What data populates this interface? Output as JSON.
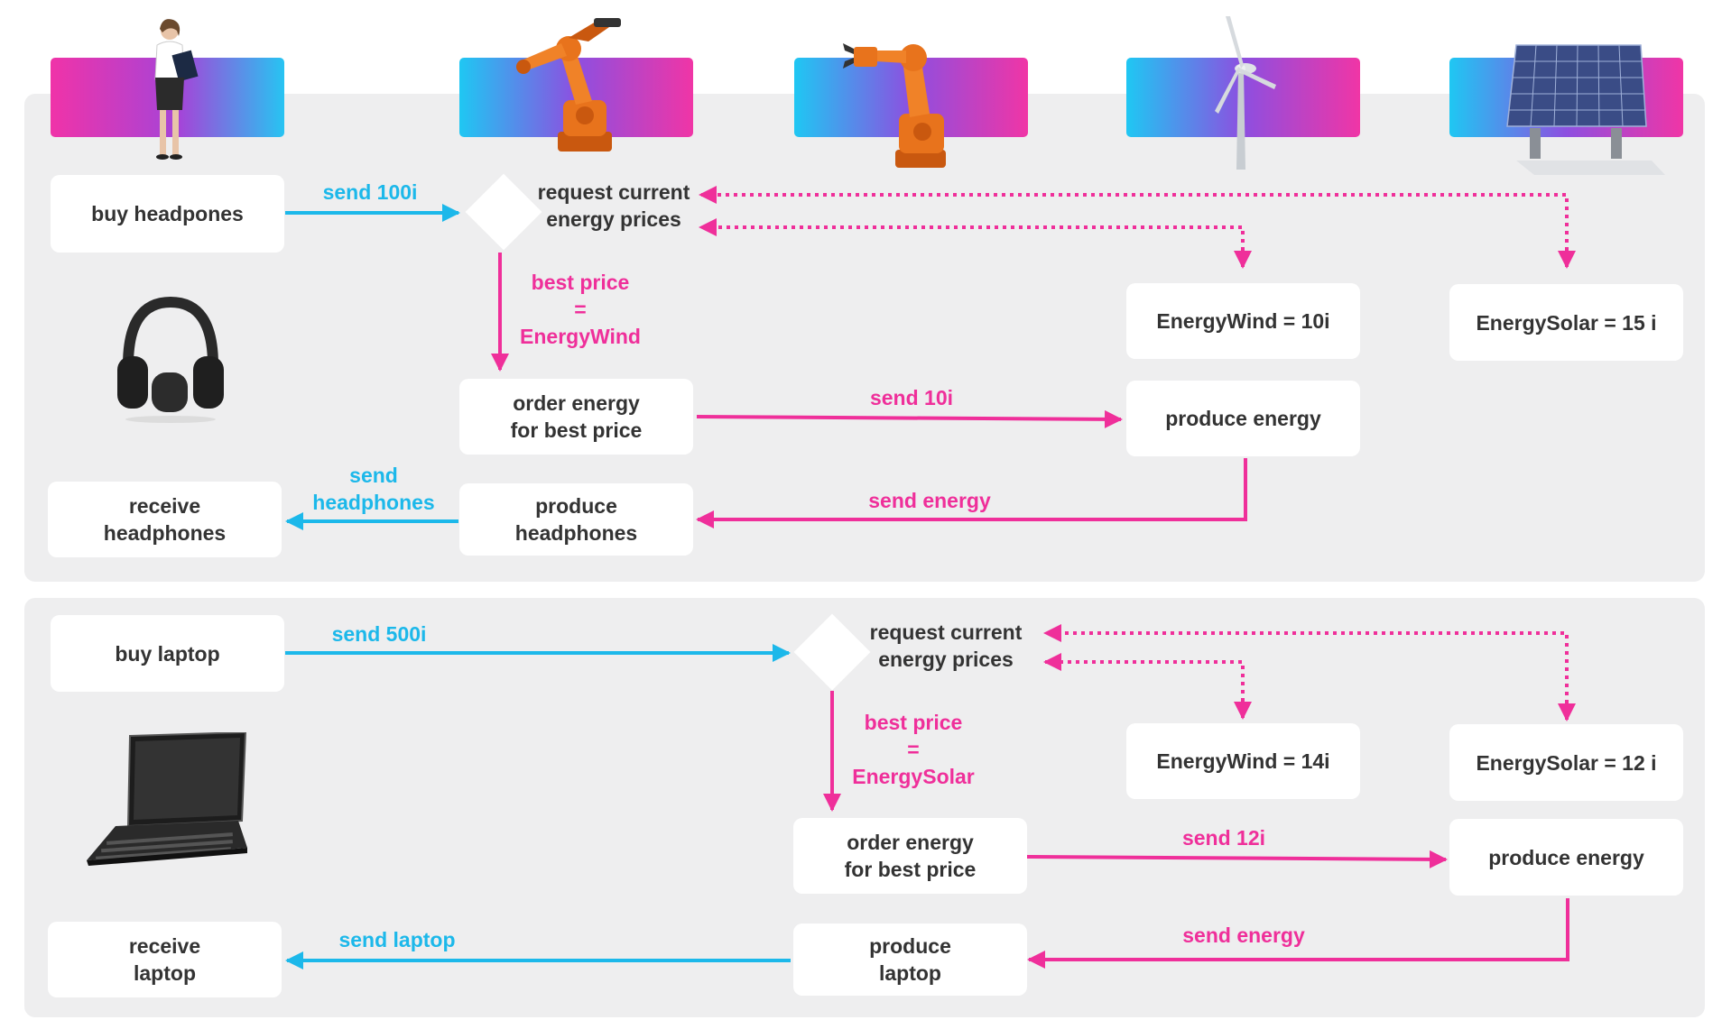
{
  "colors": {
    "cyan": "#1cb8ea",
    "pink": "#ef2f9a",
    "panel": "#eeeeef",
    "box_text": "#333333"
  },
  "icons": [
    "businesswoman-icon",
    "robot-arm-welder-icon",
    "robot-arm-gripper-icon",
    "wind-turbine-icon",
    "solar-panel-icon",
    "headphones-icon",
    "laptop-icon"
  ],
  "scenario1": {
    "buy_box": "buy headpones",
    "send_payment": "send 100i",
    "request_prices": "request current\nenergy prices",
    "best_price": "best price\n=\nEnergyWind",
    "wind_price": "EnergyWind = 10i",
    "solar_price": "EnergySolar = 15 i",
    "order_energy": "order energy\nfor best price",
    "send_energy_payment": "send 10i",
    "produce_energy": "produce energy",
    "send_energy": "send energy",
    "produce_product": "produce\nheadphones",
    "send_product": "send\nheadphones",
    "receive_product": "receive\nheadphones"
  },
  "scenario2": {
    "buy_box": "buy laptop",
    "send_payment": "send 500i",
    "request_prices": "request current\nenergy prices",
    "best_price": "best price\n=\nEnergySolar",
    "wind_price": "EnergyWind = 14i",
    "solar_price": "EnergySolar = 12 i",
    "order_energy": "order energy\nfor best price",
    "send_energy_payment": "send 12i",
    "produce_energy": "produce energy",
    "send_energy": "send energy",
    "produce_product": "produce\nlaptop",
    "send_product": "send laptop",
    "receive_product": "receive\nlaptop"
  }
}
